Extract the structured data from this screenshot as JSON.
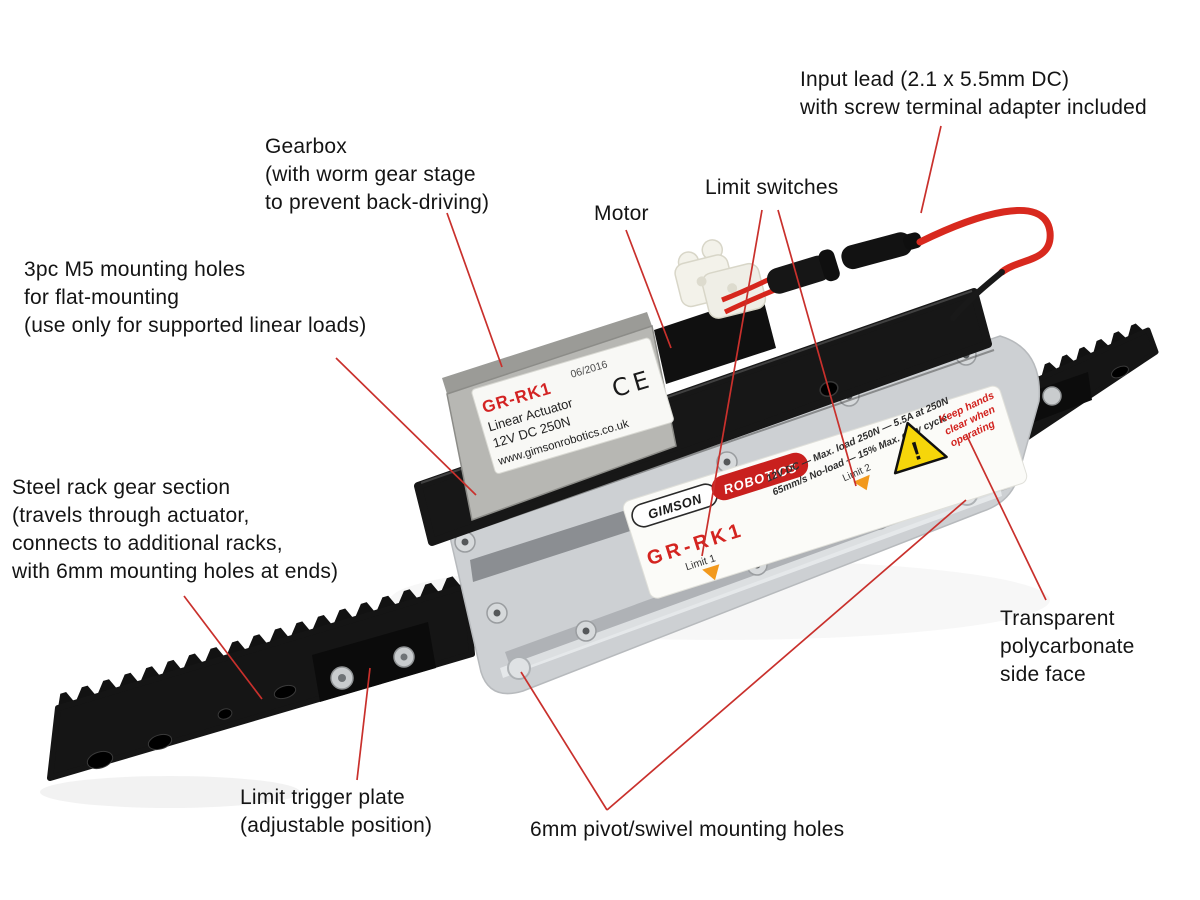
{
  "colors": {
    "leader_line": "#c9302c",
    "accent_red": "#d42420",
    "warning_yellow": "#f6d60a",
    "limit_marker_orange": "#f2991d",
    "body_black": "#171717",
    "face_grey": "#cdd0d3"
  },
  "annotations": {
    "input_lead": [
      "Input lead (2.1 x 5.5mm DC)",
      "with screw terminal adapter included"
    ],
    "gearbox": [
      "Gearbox",
      "(with worm gear stage",
      "to prevent back-driving)"
    ],
    "motor": [
      "Motor"
    ],
    "limit_switches": [
      "Limit switches"
    ],
    "mounting_holes_m5": [
      "3pc M5 mounting holes",
      "for flat-mounting",
      "(use only for supported linear loads)"
    ],
    "steel_rack": [
      "Steel rack gear section",
      "(travels through actuator,",
      "connects to additional racks,",
      "with 6mm mounting holes at ends)"
    ],
    "transparent_face": [
      "Transparent",
      "polycarbonate",
      "side face"
    ],
    "trigger_plate": [
      "Limit trigger plate",
      "(adjustable position)"
    ],
    "pivot_holes": [
      "6mm pivot/swivel mounting holes"
    ]
  },
  "device": {
    "gearbox_sticker": {
      "model": "GR-RK1",
      "date": "06/2016",
      "line1": "Linear Actuator",
      "line2": "12V DC 250N",
      "url": "www.gimsonrobotics.co.uk",
      "ce_mark": "CE"
    },
    "face_label": {
      "brand_gimson": "GIMSON",
      "brand_robotics": "ROBOTICS",
      "model": "GR-RK1",
      "limit1": "Limit 1",
      "limit2": "Limit 2",
      "spec_line1": "12V DC — Max. load 250N — 5.5A at 250N",
      "spec_line2": "65mm/s No-load — 15% Max. duty cycle",
      "warning_mark": "!",
      "caution_lines": [
        "Keep hands",
        "clear when",
        "operating"
      ]
    }
  }
}
